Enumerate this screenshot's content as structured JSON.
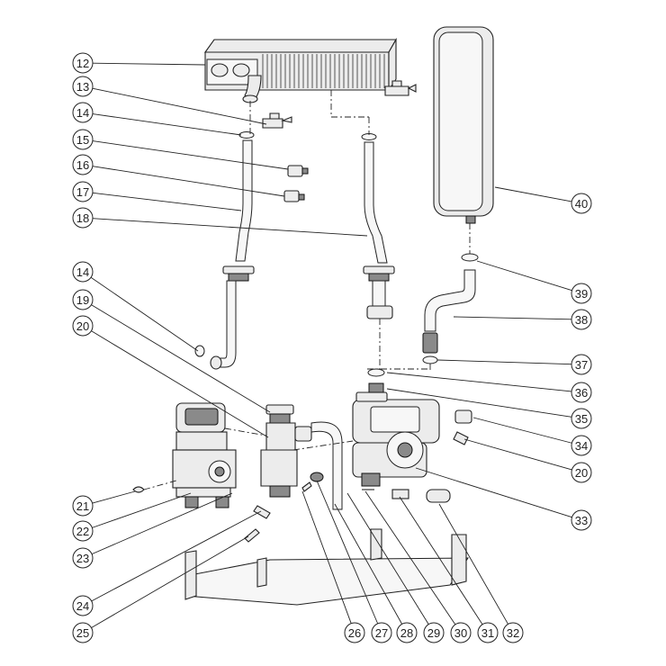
{
  "callouts": [
    {
      "n": "12"
    },
    {
      "n": "13"
    },
    {
      "n": "14"
    },
    {
      "n": "15"
    },
    {
      "n": "16"
    },
    {
      "n": "17"
    },
    {
      "n": "18"
    },
    {
      "n": "14"
    },
    {
      "n": "19"
    },
    {
      "n": "20"
    },
    {
      "n": "21"
    },
    {
      "n": "22"
    },
    {
      "n": "23"
    },
    {
      "n": "24"
    },
    {
      "n": "25"
    },
    {
      "n": "26"
    },
    {
      "n": "27"
    },
    {
      "n": "28"
    },
    {
      "n": "29"
    },
    {
      "n": "30"
    },
    {
      "n": "31"
    },
    {
      "n": "32"
    },
    {
      "n": "40"
    },
    {
      "n": "39"
    },
    {
      "n": "38"
    },
    {
      "n": "37"
    },
    {
      "n": "36"
    },
    {
      "n": "35"
    },
    {
      "n": "34"
    },
    {
      "n": "20"
    },
    {
      "n": "33"
    }
  ]
}
